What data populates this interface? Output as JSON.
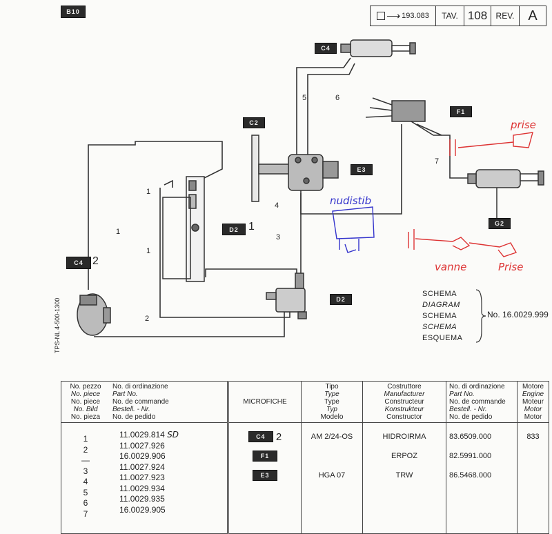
{
  "header": {
    "ref": "193.083",
    "tav_label": "TAV.",
    "tav_value": "108",
    "rev_label": "REV.",
    "rev_value": "A"
  },
  "corner_tag": "B10",
  "vertical_code": "TPS-NL 4-500-1300",
  "tags": {
    "c4_top": "C4",
    "f1": "F1",
    "c2": "C2",
    "e3": "E3",
    "g2": "G2",
    "d2": "D2",
    "c4_left": "C4",
    "d2_bottom": "D2"
  },
  "tag_numbers": {
    "d2_num": "1",
    "c4_num": "2"
  },
  "line_labels": {
    "l1a": "1",
    "l1b": "1",
    "l1c": "1",
    "l2": "2",
    "l3": "3",
    "l4": "4",
    "l5": "5",
    "l6": "6",
    "l7": "7"
  },
  "schema_words": [
    "SCHEMA",
    "DIAGRAM",
    "SCHEMA",
    "SCHEMA",
    "ESQUEMA"
  ],
  "schema_number": "No. 16.0029.999",
  "handwriting": {
    "nudistib": "nudistib",
    "prise1": "prise",
    "vanne": "vanne",
    "prise2": "Prise",
    "sd": "SD"
  },
  "table": {
    "head": {
      "piece_no": [
        "No. pezzo",
        "No. piece",
        "No. piece",
        "No. Bild",
        "No. pieza"
      ],
      "order_no": [
        "No. di ordinazione",
        "Part No.",
        "No. de commande",
        "Bestell. - Nr.",
        "No. de pedido"
      ],
      "microfiche": "MICROFICHE",
      "type": [
        "Tipo",
        "Type",
        "Type",
        "Typ",
        "Modelo"
      ],
      "maker": [
        "Costruttore",
        "Manufacturer",
        "Constructeur",
        "Konstrukteur",
        "Constructor"
      ],
      "order_no2": [
        "No. di ordinazione",
        "Part No.",
        "No. de commande",
        "Bestell. - Nr.",
        "No. de pedido"
      ],
      "engine": [
        "Motore",
        "Engine",
        "Moteur",
        "Motor",
        "Motor"
      ]
    },
    "piece_numbers": [
      "1",
      "2",
      "—",
      "3",
      "4",
      "5",
      "6",
      "7"
    ],
    "part_numbers": [
      "11.0029.814",
      "11.0027.926",
      "16.0029.906",
      "11.0027.924",
      "11.0027.923",
      "11.0029.934",
      "11.0029.935",
      "16.0029.905"
    ],
    "rows": [
      {
        "mf_tag": "C4",
        "mf_num": "2",
        "type": "AM 2/24-OS",
        "maker": "HIDROIRMA",
        "order": "83.6509.000",
        "engine": "833"
      },
      {
        "mf_tag": "F1",
        "mf_num": "",
        "type": "",
        "maker": "ERPOZ",
        "order": "82.5991.000",
        "engine": ""
      },
      {
        "mf_tag": "E3",
        "mf_num": "",
        "type": "HGA 07",
        "maker": "TRW",
        "order": "86.5468.000",
        "engine": ""
      }
    ]
  }
}
